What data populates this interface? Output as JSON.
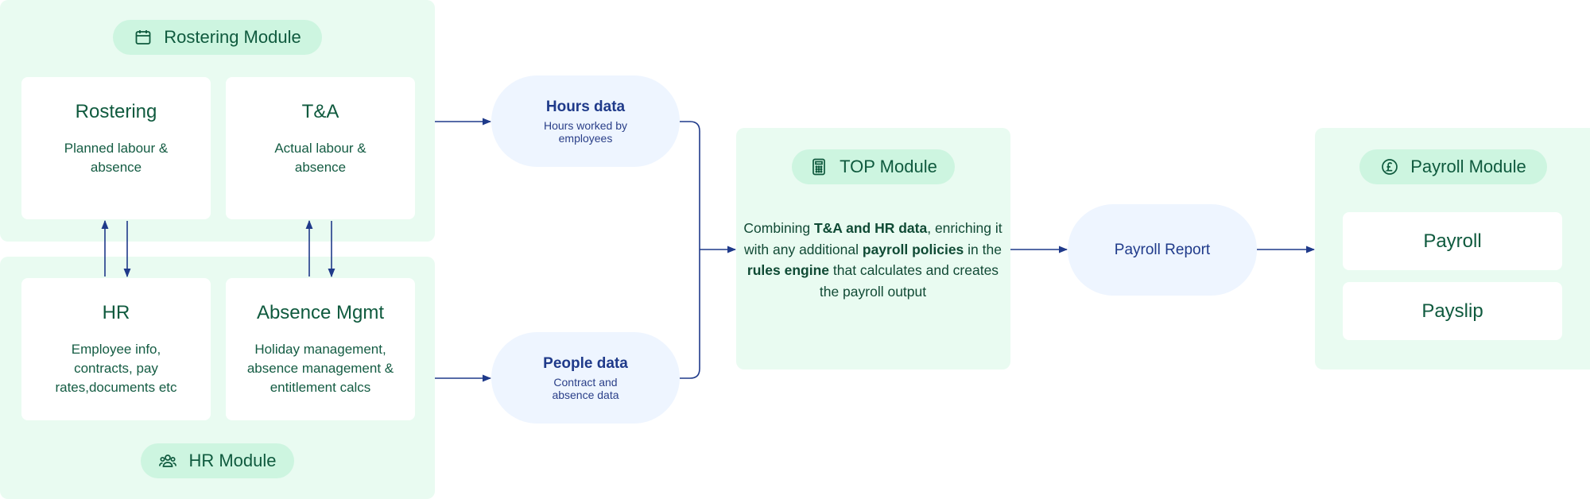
{
  "rostering_module": {
    "label": "Rostering Module",
    "icon": "calendar-icon",
    "cards": [
      {
        "title": "Rostering",
        "desc": "Planned labour & absence"
      },
      {
        "title": "T&A",
        "desc": "Actual labour & absence"
      }
    ]
  },
  "hr_module": {
    "label": "HR Module",
    "icon": "people-group-icon",
    "cards": [
      {
        "title": "HR",
        "desc": "Employee info, contracts, pay rates,documents etc"
      },
      {
        "title": "Absence Mgmt",
        "desc": "Holiday management, absence management & entitlement calcs"
      }
    ]
  },
  "hours_data": {
    "title": "Hours data",
    "sub": "Hours worked by employees"
  },
  "people_data": {
    "title": "People data",
    "sub": "Contract and absence data"
  },
  "top_module": {
    "label": "TOP Module",
    "icon": "calculator-icon",
    "desc_parts": [
      {
        "text": "Combining ",
        "bold": false
      },
      {
        "text": "T&A and HR data",
        "bold": true
      },
      {
        "text": ", enriching it with any additional ",
        "bold": false
      },
      {
        "text": "payroll policies",
        "bold": true
      },
      {
        "text": " in the ",
        "bold": false
      },
      {
        "text": "rules engine",
        "bold": true
      },
      {
        "text": " that calculates and creates the payroll output",
        "bold": false
      }
    ]
  },
  "payroll_report": {
    "title": "Payroll Report"
  },
  "payroll_module": {
    "label": "Payroll Module",
    "icon": "pound-coin-icon",
    "cards": [
      {
        "title": "Payroll"
      },
      {
        "title": "Payslip"
      }
    ]
  },
  "colors": {
    "panel": "#e9fbf1",
    "pill": "#cdf5e0",
    "oval": "#eef5ff",
    "arrow": "#1f3a8a",
    "text_green": "#0f5a3e"
  }
}
